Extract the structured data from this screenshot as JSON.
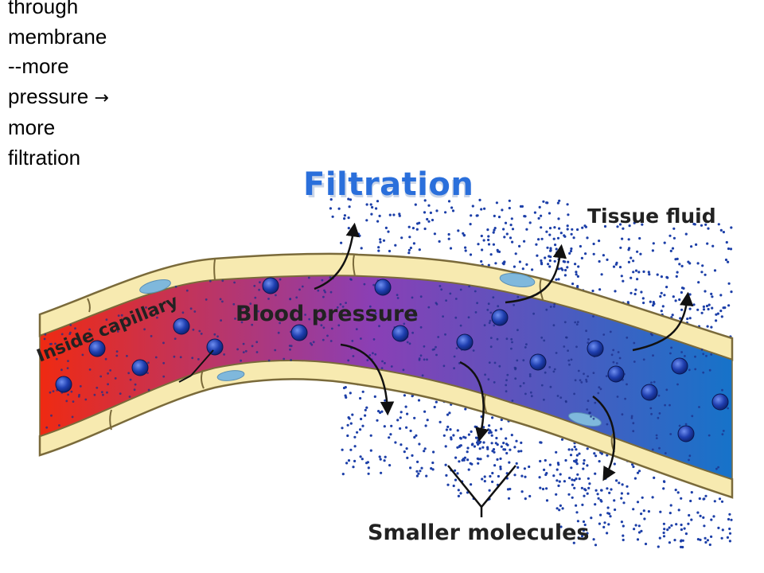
{
  "slide": {
    "lines": [
      "through",
      "membrane",
      "--more",
      "pressure",
      "more",
      "filtration"
    ],
    "arrow_symbol": "→"
  },
  "diagram": {
    "title": "Filtration",
    "labels": {
      "tissue_fluid": "Tissue fluid",
      "blood_pressure": "Blood pressure",
      "inside_capillary": "Inside capillary",
      "smaller_molecules": "Smaller molecules"
    },
    "colors": {
      "title": "#2a6fdb",
      "blood_start": "#ef2a12",
      "blood_mid": "#8a3fb5",
      "blood_end": "#1673c9",
      "membrane": "#f7eab0",
      "cell_nucleus": "#7fb8dc",
      "molecule": "#1c3fa8",
      "arrow": "#111111"
    },
    "icons": [
      "molecule-icon",
      "arrow-icon",
      "endothelial-cell-icon"
    ]
  }
}
